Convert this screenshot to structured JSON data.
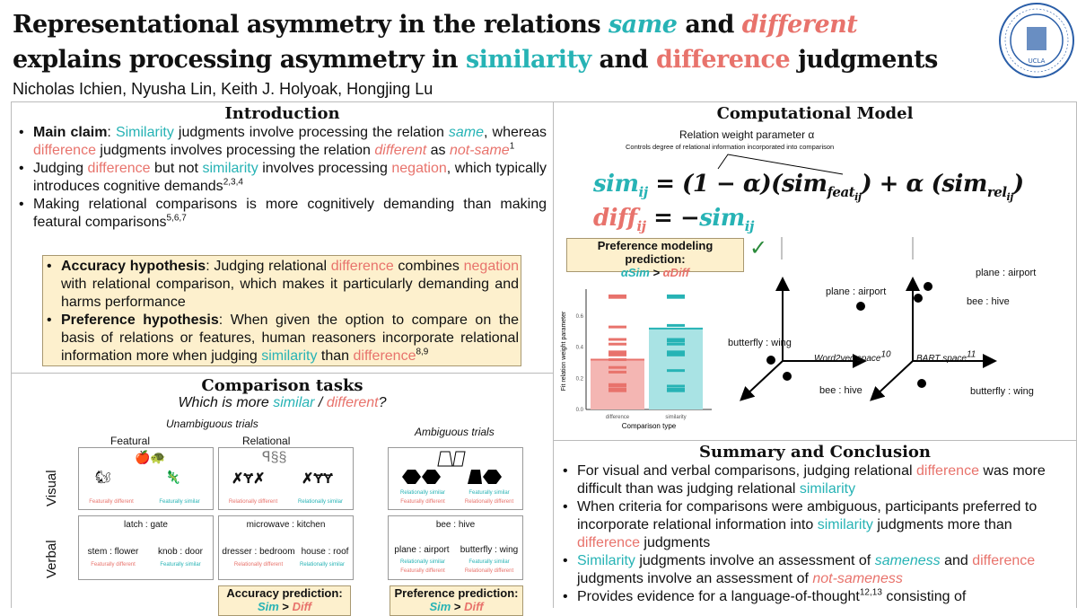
{
  "header": {
    "title_line1": [
      {
        "t": "Representational asymmetry in the relations "
      },
      {
        "t": "same",
        "c": "teal",
        "i": 1
      },
      {
        "t": " and "
      },
      {
        "t": "different",
        "c": "sal",
        "i": 1
      }
    ],
    "title_line2": [
      {
        "t": "explains processing asymmetry in "
      },
      {
        "t": "similarity",
        "c": "teal"
      },
      {
        "t": " and "
      },
      {
        "t": "difference",
        "c": "sal"
      },
      {
        "t": " judgments"
      }
    ],
    "authors": "Nicholas Ichien, Nyusha Lin, Keith J. Holyoak, Hongjing Lu",
    "logo_text": "THE UNIVERSITY OF CALIFORNIA UCLA"
  },
  "intro": {
    "heading": "Introduction",
    "bullets": [
      [
        {
          "t": "Main claim",
          "b": 1
        },
        {
          "t": ": "
        },
        {
          "t": "Similarity",
          "c": "teal"
        },
        {
          "t": " judgments involve processing the relation "
        },
        {
          "t": "same",
          "c": "teal",
          "i": 1
        },
        {
          "t": ", whereas "
        },
        {
          "t": "difference",
          "c": "sal"
        },
        {
          "t": " judgments involves processing the relation "
        },
        {
          "t": "different",
          "c": "sal",
          "i": 1
        },
        {
          "t": " as "
        },
        {
          "t": "not-same",
          "c": "sal",
          "i": 1
        },
        {
          "t": "1",
          "sup": 1
        }
      ],
      [
        {
          "t": "Judging "
        },
        {
          "t": "difference",
          "c": "sal"
        },
        {
          "t": " but not "
        },
        {
          "t": "similarity",
          "c": "teal"
        },
        {
          "t": " involves processing "
        },
        {
          "t": "negation",
          "c": "sal"
        },
        {
          "t": ", which typically introduces cognitive demands"
        },
        {
          "t": "2,3,4",
          "sup": 1
        }
      ],
      [
        {
          "t": "Making relational comparisons is more cognitively demanding than making featural comparisons"
        },
        {
          "t": "5,6,7",
          "sup": 1
        }
      ]
    ],
    "hypotheses": [
      [
        {
          "t": "Accuracy hypothesis",
          "b": 1
        },
        {
          "t": ": Judging relational "
        },
        {
          "t": "difference",
          "c": "sal"
        },
        {
          "t": " combines "
        },
        {
          "t": "negation",
          "c": "sal"
        },
        {
          "t": " with relational comparison, which makes it particularly demanding and harms performance"
        }
      ],
      [
        {
          "t": "Preference hypothesis",
          "b": 1
        },
        {
          "t": ": When given the option to compare on the basis of relations or features, human reasoners incorporate relational information more when judging "
        },
        {
          "t": "similarity",
          "c": "teal"
        },
        {
          "t": " than "
        },
        {
          "t": "difference",
          "c": "sal"
        },
        {
          "t": "8,9",
          "sup": 1
        }
      ]
    ]
  },
  "tasks": {
    "heading": "Comparison tasks",
    "question": [
      {
        "t": "Which is more "
      },
      {
        "t": "similar",
        "c": "teal"
      },
      {
        "t": " / "
      },
      {
        "t": "different",
        "c": "sal"
      },
      {
        "t": "?"
      }
    ],
    "unambiguous": "Unambiguous trials",
    "ambiguous": "Ambiguous trials",
    "featural": "Featural",
    "relational": "Relational",
    "visual": "Visual",
    "verbal": "Verbal",
    "feat_diff": "Featurally different",
    "feat_sim": "Featurally similar",
    "rel_diff": "Relationally different",
    "rel_sim": "Relationally similar",
    "verbal_feat": {
      "source": "latch : gate",
      "left": "stem : flower",
      "right": "knob : door"
    },
    "verbal_rel": {
      "source": "microwave : kitchen",
      "left": "dresser : bedroom",
      "right": "house : roof"
    },
    "verbal_amb": {
      "source": "bee : hive",
      "left": "plane : airport",
      "right": "butterfly : wing"
    },
    "accuracy_prediction": "Accuracy prediction:",
    "preference_prediction": "Preference prediction:",
    "sim": "Sim",
    "diff": "Diff",
    "gt": ">"
  },
  "model": {
    "heading": "Computational Model",
    "param_label": "Relation weight parameter α",
    "param_desc": "Controls degree of relational information incorporated into comparison",
    "pref_title": "Preference modeling prediction:",
    "alpha_sim": "αSim",
    "alpha_diff": "αDiff",
    "gt": ">",
    "check_icon": "check-icon",
    "word2vec": {
      "label": "Word2vec space",
      "ref": "10",
      "points": [
        "plane : airport",
        "butterfly : wing",
        "bee : hive"
      ]
    },
    "bart": {
      "label": "BART space",
      "ref": "11",
      "points": [
        "plane : airport",
        "bee : hive",
        "butterfly : wing"
      ]
    }
  },
  "chart_data": {
    "type": "bar",
    "categories": [
      "difference",
      "similarity"
    ],
    "values": [
      0.32,
      0.52
    ],
    "xlabel": "Comparison type",
    "ylabel": "Fit relation weight parameter",
    "ylim": [
      0,
      0.75
    ],
    "yticks": [
      "0.0",
      "0.2",
      "0.4",
      "0.6"
    ],
    "colors": [
      "#f4b6b3",
      "#a9e3e4"
    ],
    "points": {
      "difference": [
        0.12,
        0.13,
        0.15,
        0.16,
        0.24,
        0.27,
        0.32,
        0.35,
        0.36,
        0.37,
        0.42,
        0.45,
        0.53,
        0.72,
        0.73
      ],
      "similarity": [
        0.12,
        0.13,
        0.15,
        0.25,
        0.35,
        0.36,
        0.37,
        0.42,
        0.44,
        0.45,
        0.54,
        0.72,
        0.73
      ]
    }
  },
  "summary": {
    "heading": "Summary and Conclusion",
    "bullets": [
      [
        {
          "t": "For visual and verbal comparisons, judging relational "
        },
        {
          "t": "difference",
          "c": "sal"
        },
        {
          "t": " was more difficult than was judging relational "
        },
        {
          "t": "similarity",
          "c": "teal"
        }
      ],
      [
        {
          "t": "When criteria for comparisons were ambiguous, participants preferred to incorporate relational information into "
        },
        {
          "t": "similarity",
          "c": "teal"
        },
        {
          "t": " judgments more than "
        },
        {
          "t": "difference",
          "c": "sal"
        },
        {
          "t": " judgments"
        }
      ],
      [
        {
          "t": "Similarity",
          "c": "teal"
        },
        {
          "t": " judgments involve an assessment of "
        },
        {
          "t": "sameness",
          "c": "teal",
          "i": 1
        },
        {
          "t": " and "
        },
        {
          "t": "difference",
          "c": "sal"
        },
        {
          "t": " judgments involve an assessment of "
        },
        {
          "t": "not-sameness",
          "c": "sal",
          "i": 1
        }
      ],
      [
        {
          "t": "Provides evidence for a language-of-thought"
        },
        {
          "t": "12,13",
          "sup": 1
        },
        {
          "t": " consisting of"
        }
      ]
    ]
  },
  "colors": {
    "teal": "#27b3b5",
    "salmon": "#e8736c"
  }
}
